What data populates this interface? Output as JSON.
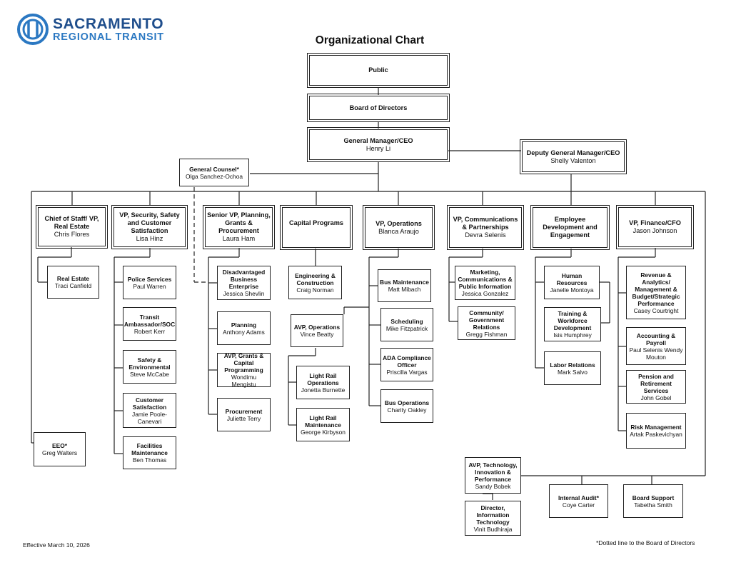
{
  "logo": {
    "line1": "SACRAMENTO",
    "line2": "REGIONAL TRANSIT",
    "icon": "sacrt-logo-icon",
    "colors": {
      "primary": "#1f4e8c",
      "secondary": "#2b78c2"
    }
  },
  "title": "Organizational Chart",
  "footer": {
    "effective": "Effective March 10, 2026",
    "footnote": "*Dotted line to the Board of Directors"
  },
  "nodes": {
    "public": {
      "title": "Public"
    },
    "board": {
      "title": "Board of Directors"
    },
    "gm": {
      "title": "General Manager/CEO",
      "name": "Henry Li"
    },
    "dgm": {
      "title": "Deputy General Manager/CEO",
      "name": "Shelly Valenton"
    },
    "counsel": {
      "title": "General Counsel*",
      "name": "Olga Sanchez-Ochoa"
    },
    "chief_staff": {
      "title": "Chief of Staff/ VP, Real Estate",
      "name": "Chris Flores"
    },
    "real_estate": {
      "title": "Real Estate",
      "name": "Traci Canfield"
    },
    "eeo": {
      "title": "EEO*",
      "name": "Greg Walters"
    },
    "vp_security": {
      "title": "VP, Security, Safety and Customer Satisfaction",
      "name": "Lisa Hinz"
    },
    "police": {
      "title": "Police Services",
      "name": "Paul Warren"
    },
    "ambassador": {
      "title": "Transit Ambassador/SOC",
      "name": "Robert Kerr"
    },
    "safety_env": {
      "title": "Safety & Environmental",
      "name": "Steve McCabe"
    },
    "cust_sat": {
      "title": "Customer Satisfaction",
      "name": "Jamie Poole-Canevari"
    },
    "facilities": {
      "title": "Facilities Maintenance",
      "name": "Ben Thomas"
    },
    "svp_planning": {
      "title": "Senior VP, Planning, Grants & Procurement",
      "name": "Laura Ham"
    },
    "dbe": {
      "title": "Disadvantaged Business Enterprise",
      "name": "Jessica Shevlin"
    },
    "planning": {
      "title": "Planning",
      "name": "Anthony Adams"
    },
    "avp_grants": {
      "title": "AVP, Grants & Capital Programming",
      "name": "Wondimu Mengistu"
    },
    "procurement": {
      "title": "Procurement",
      "name": "Juliette Terry"
    },
    "capital": {
      "title": "Capital Programs",
      "name": ""
    },
    "eng_con": {
      "title": "Engineering & Construction",
      "name": "Craig Norman"
    },
    "vp_ops": {
      "title": "VP, Operations",
      "name": "Blanca Araujo"
    },
    "avp_ops": {
      "title": "AVP, Operations",
      "name": "Vince Beatty"
    },
    "lr_ops": {
      "title": "Light Rail Operations",
      "name": "Jonetta Burnette"
    },
    "lr_maint": {
      "title": "Light Rail Maintenance",
      "name": "George Kirbyson"
    },
    "bus_maint": {
      "title": "Bus Maintenance",
      "name": "Matt Mibach"
    },
    "scheduling": {
      "title": "Scheduling",
      "name": "Mike Fitzpatrick"
    },
    "ada": {
      "title": "ADA Compliance Officer",
      "name": "Priscilla Vargas"
    },
    "bus_ops": {
      "title": "Bus Operations",
      "name": "Charity Oakley"
    },
    "vp_comm": {
      "title": "VP, Communications & Partnerships",
      "name": "Devra Selenis"
    },
    "marketing": {
      "title": "Marketing, Communications & Public Information",
      "name": "Jessica Gonzalez"
    },
    "community": {
      "title": "Community/ Government Relations",
      "name": "Gregg Fishman"
    },
    "emp_dev": {
      "title": "Employee Development and Engagement",
      "name": ""
    },
    "hr": {
      "title": "Human Resources",
      "name": "Janelle Montoya"
    },
    "training": {
      "title": "Training & Workforce Development",
      "name": "Isis Humphrey"
    },
    "labor": {
      "title": "Labor Relations",
      "name": "Mark Salvo"
    },
    "vp_fin": {
      "title": "VP, Finance/CFO",
      "name": "Jason Johnson"
    },
    "revenue": {
      "title": "Revenue & Analytics/ Management & Budget/Strategic Performance",
      "name": "Casey Courtright"
    },
    "accounting": {
      "title": "Accounting & Payroll",
      "name": "Paul Selenis Wendy Mouton"
    },
    "pension": {
      "title": "Pension and Retirement Services",
      "name": "John Gobel"
    },
    "risk": {
      "title": "Risk Management",
      "name": "Artak Paskevichyan"
    },
    "avp_tech": {
      "title": "AVP, Technology, Innovation & Performance",
      "name": "Sandy Bobek"
    },
    "dir_it": {
      "title": "Director, Information Technology",
      "name": "Vinit Budhiraja"
    },
    "audit": {
      "title": "Internal Audit*",
      "name": "Coye Carter"
    },
    "board_support": {
      "title": "Board Support",
      "name": "Tabetha Smith"
    }
  }
}
